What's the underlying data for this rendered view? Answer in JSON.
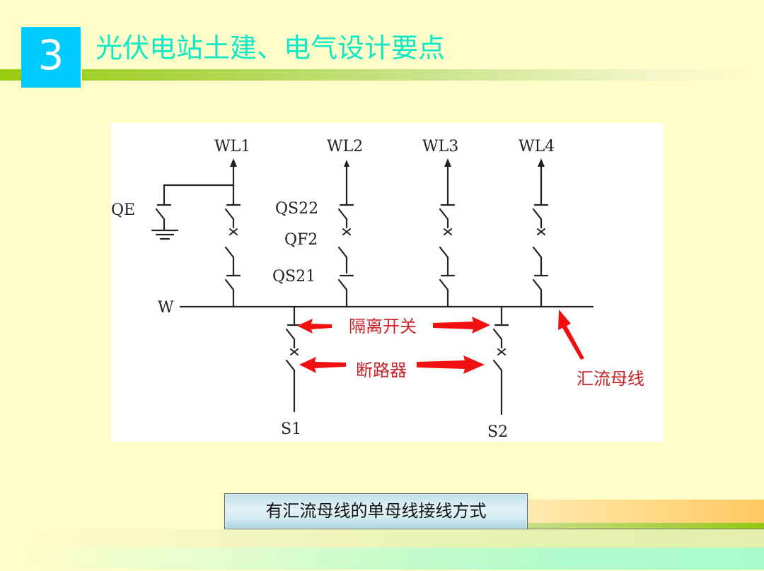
{
  "slide": {
    "section_number": "3",
    "title": "光伏电站土建、电气设计要点",
    "colors": {
      "background": "#FFFDC8",
      "number_box": "#00CCFF",
      "title_text": "#11E8C8",
      "title_bar": "#99CC11",
      "annotation_red": "#C8242A",
      "caption_box": "#D4ECF2"
    }
  },
  "diagram": {
    "bus_label": "W",
    "feeders": [
      {
        "label": "WL1"
      },
      {
        "label": "WL2",
        "upper_switch_label": "QS22",
        "breaker_label": "QF2",
        "lower_switch_label": "QS21"
      },
      {
        "label": "WL3"
      },
      {
        "label": "WL4"
      }
    ],
    "earth_switch_label": "QE",
    "sources": [
      {
        "label": "S1"
      },
      {
        "label": "S2"
      }
    ],
    "annotations": {
      "isolator": "隔离开关",
      "breaker": "断路器",
      "busbar": "汇流母线"
    }
  },
  "caption": "有汇流母线的单母线接线方式"
}
